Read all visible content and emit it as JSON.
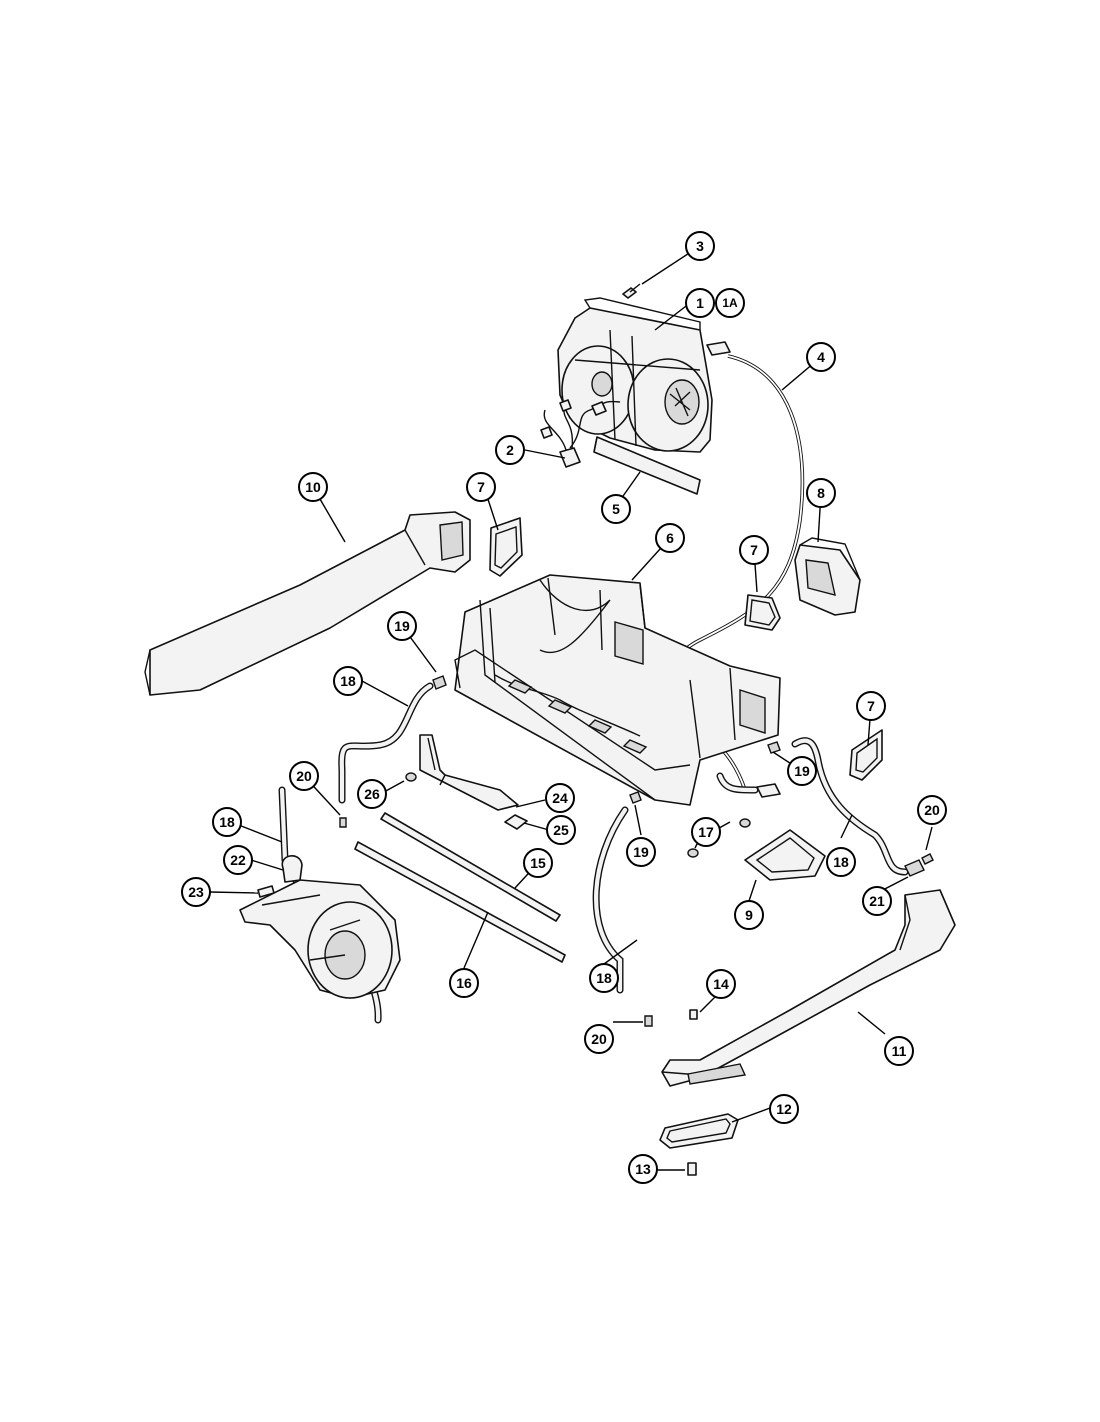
{
  "callouts": [
    {
      "id": "c3",
      "label": "3"
    },
    {
      "id": "c1",
      "label": "1"
    },
    {
      "id": "c1a",
      "label": "1A"
    },
    {
      "id": "c4",
      "label": "4"
    },
    {
      "id": "c2",
      "label": "2"
    },
    {
      "id": "c5",
      "label": "5"
    },
    {
      "id": "c10",
      "label": "10"
    },
    {
      "id": "c7a",
      "label": "7"
    },
    {
      "id": "c6",
      "label": "6"
    },
    {
      "id": "c7b",
      "label": "7"
    },
    {
      "id": "c8",
      "label": "8"
    },
    {
      "id": "c19a",
      "label": "19"
    },
    {
      "id": "c18a",
      "label": "18"
    },
    {
      "id": "c7c",
      "label": "7"
    },
    {
      "id": "c20a",
      "label": "20"
    },
    {
      "id": "c26",
      "label": "26"
    },
    {
      "id": "c24",
      "label": "24"
    },
    {
      "id": "c19b",
      "label": "19"
    },
    {
      "id": "c18b",
      "label": "18"
    },
    {
      "id": "c25",
      "label": "25"
    },
    {
      "id": "c17",
      "label": "17"
    },
    {
      "id": "c19c",
      "label": "19"
    },
    {
      "id": "c20b",
      "label": "20"
    },
    {
      "id": "c22",
      "label": "22"
    },
    {
      "id": "c15",
      "label": "15"
    },
    {
      "id": "c18c",
      "label": "18"
    },
    {
      "id": "c23",
      "label": "23"
    },
    {
      "id": "c9",
      "label": "9"
    },
    {
      "id": "c21",
      "label": "21"
    },
    {
      "id": "c16",
      "label": "16"
    },
    {
      "id": "c18d",
      "label": "18"
    },
    {
      "id": "c14",
      "label": "14"
    },
    {
      "id": "c11",
      "label": "11"
    },
    {
      "id": "c20c",
      "label": "20"
    },
    {
      "id": "c12",
      "label": "12"
    },
    {
      "id": "c13",
      "label": "13"
    }
  ]
}
